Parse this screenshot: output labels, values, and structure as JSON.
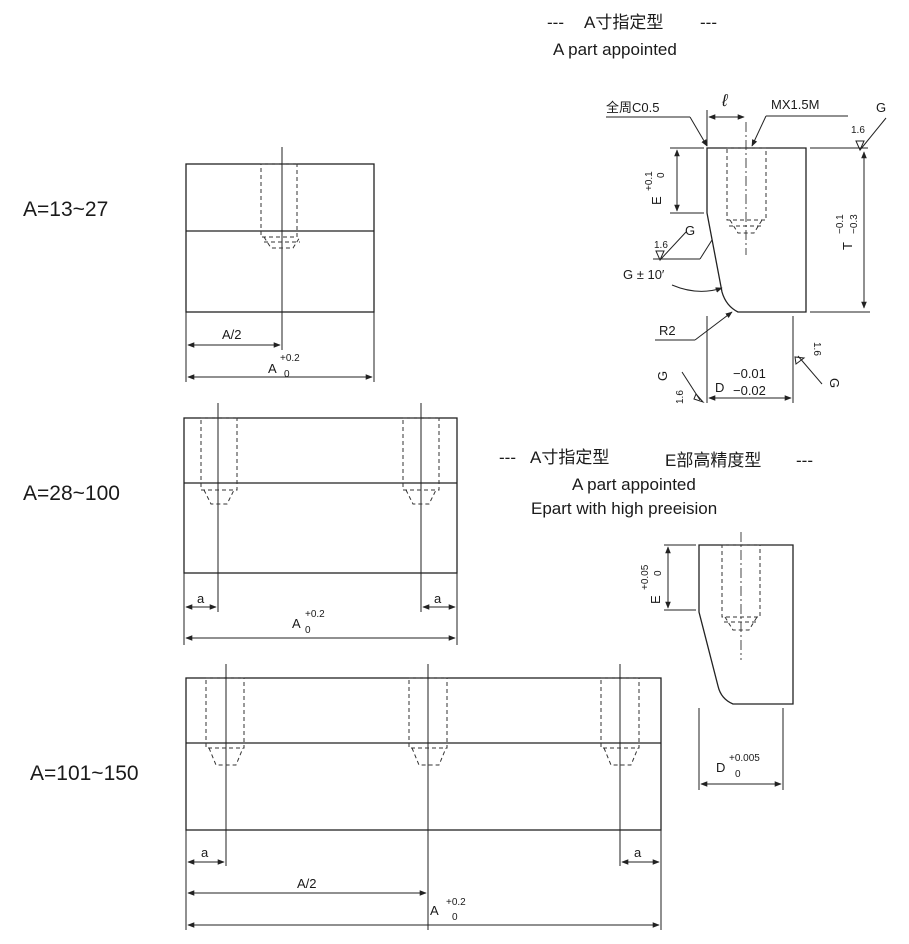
{
  "header_a": {
    "dash_left": "---",
    "dash_right": "---",
    "title_cn": "A寸指定型",
    "title_en": "A part appointed"
  },
  "header_ae": {
    "dash_left": "---",
    "dash_right": "---",
    "title_cn": "A寸指定型",
    "title_cn2": "E部高精度型",
    "line1": "A part appointed",
    "line2": "Epart with high preeision"
  },
  "ranges": {
    "r1": "A=13~27",
    "r2": "A=28~100",
    "r3": "A=101~150"
  },
  "dims": {
    "half": "A/2",
    "a_letter": "A",
    "small_a": "a",
    "plus02": "+0.2",
    "zero": "0",
    "full_circ": "全周C0.5",
    "ell": "ℓ",
    "thread": "MX1.5M",
    "g": "G",
    "rough": "1.6",
    "e_letter": "E",
    "plus01": "+0.1",
    "plus005": "+0.05",
    "t_letter": "T",
    "minus01": "−0.1",
    "minus03": "−0.3",
    "g_tol": "G ± 10′",
    "r2": "R2",
    "d_letter": "D",
    "minus001": "−0.01",
    "minus002": "−0.02",
    "plus0005": "+0.005"
  }
}
